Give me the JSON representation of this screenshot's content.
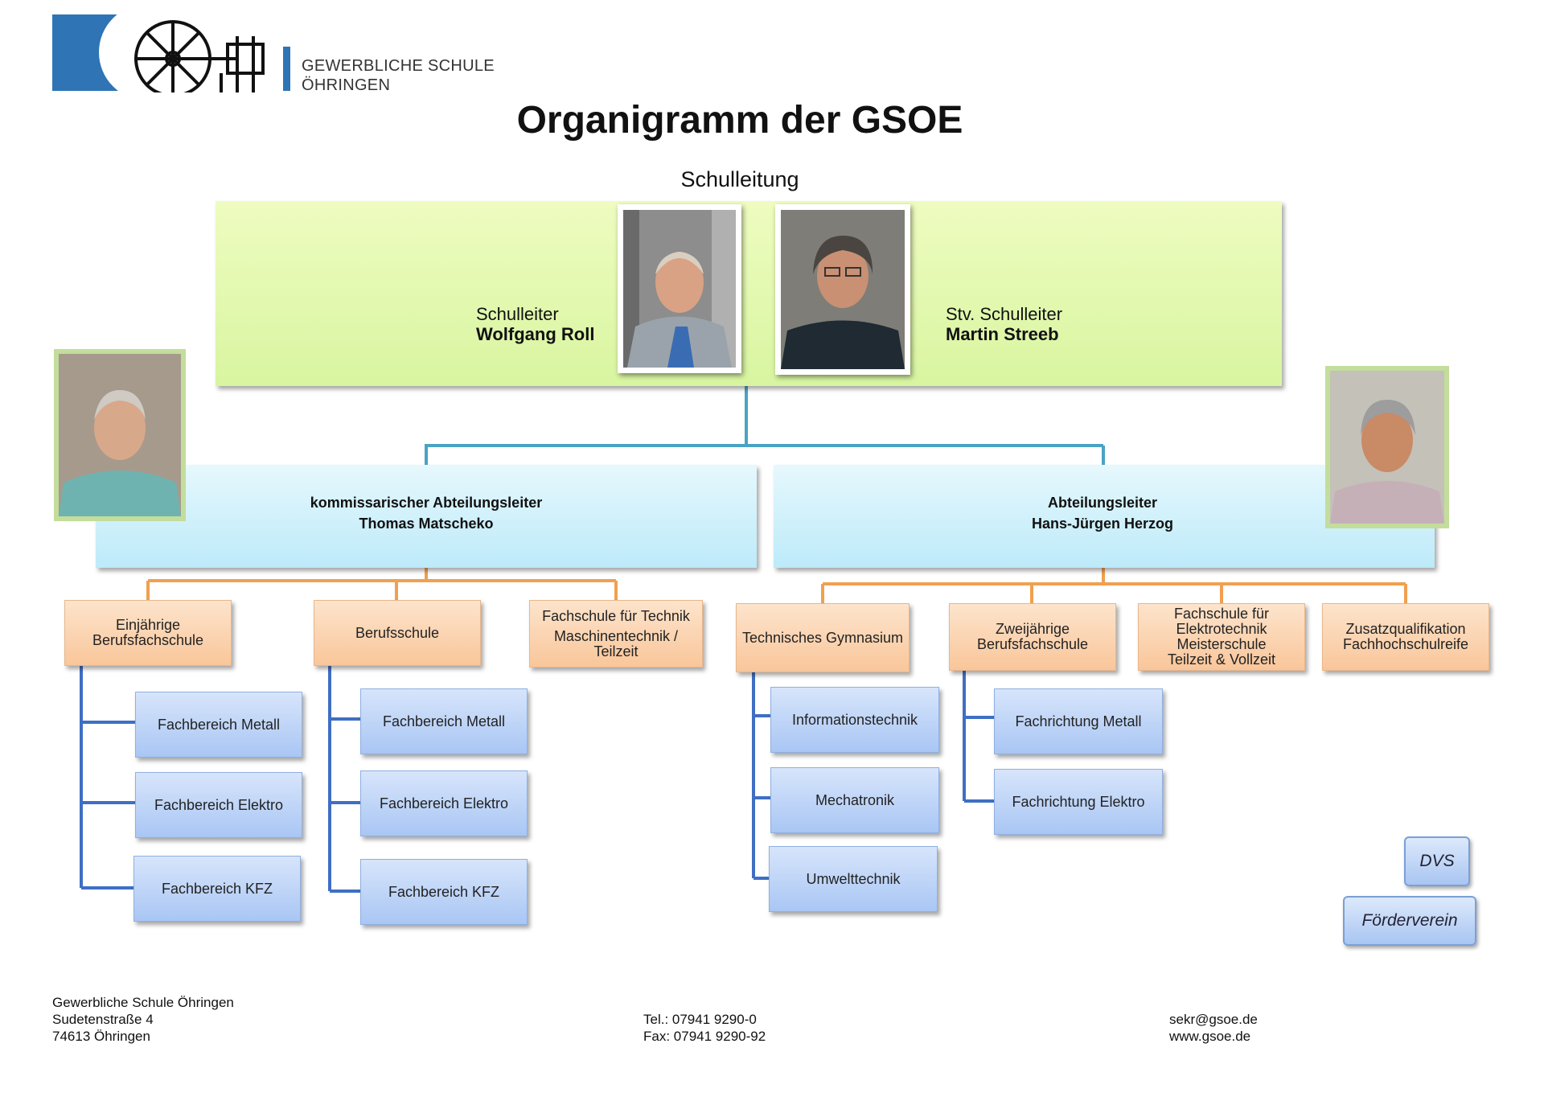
{
  "header": {
    "school_name_line1": "GEWERBLICHE SCHULE",
    "school_name_line2": "ÖHRINGEN",
    "title": "Organigramm der GSOE",
    "subtitle": "Schulleitung"
  },
  "leadership": {
    "principal_role": "Schulleiter",
    "principal_name": "Wolfgang Roll",
    "deputy_role": "Stv. Schulleiter",
    "deputy_name": "Martin Streeb"
  },
  "departments": [
    {
      "role": "kommissarischer Abteilungsleiter",
      "name": "Thomas Matscheko",
      "units": [
        {
          "label_lines": [
            "Einjährige",
            "Berufsfachschule"
          ],
          "subunits": [
            "Fachbereich Metall",
            "Fachbereich Elektro",
            "Fachbereich KFZ"
          ]
        },
        {
          "label_lines": [
            "Berufsschule"
          ],
          "subunits": [
            "Fachbereich Metall",
            "Fachbereich Elektro",
            "Fachbereich KFZ"
          ]
        },
        {
          "label_lines": [
            "Fachschule für Technik",
            "Maschinentechnik  /",
            "Teilzeit"
          ],
          "subunits": []
        }
      ]
    },
    {
      "role": "Abteilungsleiter",
      "name": "Hans-Jürgen Herzog",
      "units": [
        {
          "label_lines": [
            "Technisches Gymnasium"
          ],
          "subunits": [
            "Informationstechnik",
            "Mechatronik",
            "Umwelttechnik"
          ]
        },
        {
          "label_lines": [
            "Zweijährige",
            "Berufsfachschule"
          ],
          "subunits": [
            "Fachrichtung Metall",
            "Fachrichtung Elektro"
          ]
        },
        {
          "label_lines": [
            "Fachschule für",
            "Elektrotechnik",
            "Meisterschule",
            "Teilzeit & Vollzeit"
          ],
          "subunits": []
        },
        {
          "label_lines": [
            "Zusatzqualifikation",
            "Fachhochschulreife"
          ],
          "subunits": []
        }
      ]
    }
  ],
  "extras": {
    "dvs_label": "DVS",
    "foerderverein_label": "Förderverein"
  },
  "footer": {
    "address": [
      "Gewerbliche Schule Öhringen",
      "Sudetenstraße 4",
      "74613 Öhringen"
    ],
    "phone": [
      "Tel.: 07941 9290-0",
      "Fax: 07941 9290-92"
    ],
    "web": [
      "sekr@gsoe.de",
      "www.gsoe.de"
    ]
  },
  "colors": {
    "logo_blue": "#2f74b5",
    "leadership_green": "#d8f5a0",
    "department_cyan": "#bdeaf9",
    "unit_orange": "#f9c69a",
    "subunit_blue": "#a9c6f4",
    "connector_teal": "#4ba3c3",
    "connector_orange": "#f0a050",
    "connector_blue": "#3f6fc4"
  }
}
